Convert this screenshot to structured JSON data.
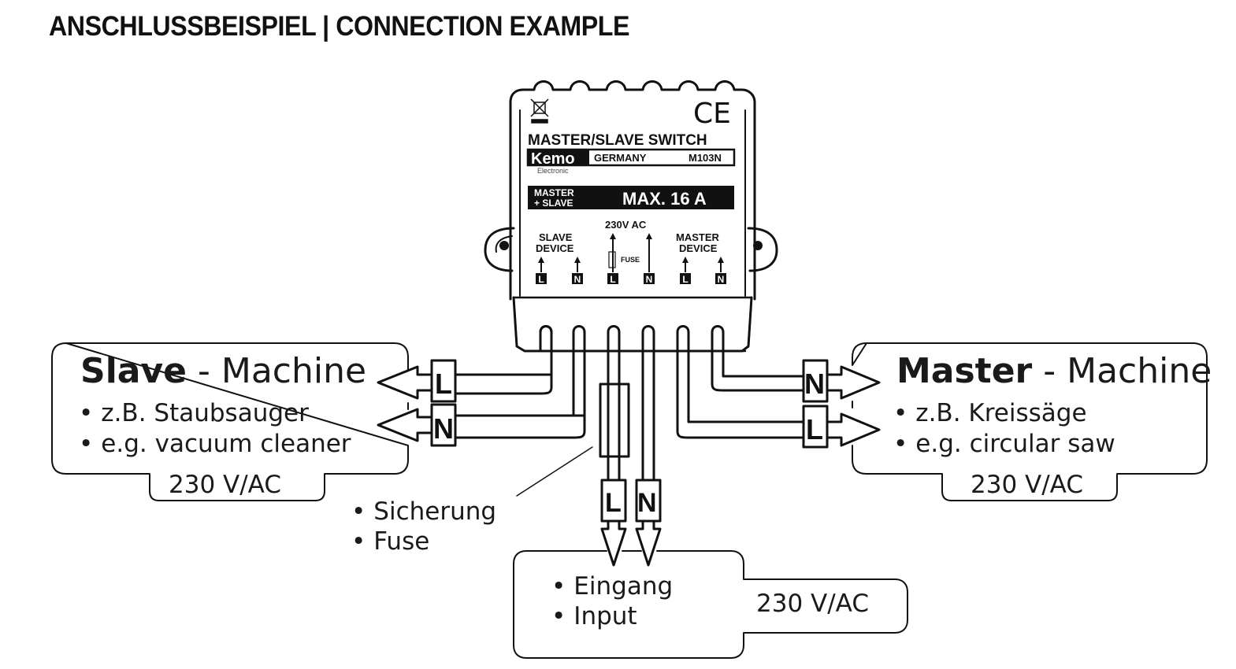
{
  "title": "ANSCHLUSSBEISPIEL | CONNECTION EXAMPLE",
  "device": {
    "name": "MASTER/SLAVE SWITCH",
    "brand": "Kemo",
    "brand_sub": "Electronic",
    "country": "GERMANY",
    "model": "M103N",
    "rating_label_line1": "MASTER",
    "rating_label_line2": "+ SLAVE",
    "rating": "MAX. 16 A",
    "ce_mark": "CE",
    "weee_icon": "crossed-bin-icon",
    "supply_label": "230V AC",
    "fuse_label": "FUSE",
    "slave_group_line1": "SLAVE",
    "slave_group_line2": "DEVICE",
    "master_group_line1": "MASTER",
    "master_group_line2": "DEVICE",
    "terminals": [
      "L",
      "N",
      "L",
      "N",
      "L",
      "N"
    ]
  },
  "slave": {
    "title_bold": "Slave",
    "title_rest": " - Machine",
    "bullets": [
      "z.B. Staubsauger",
      "e.g. vacuum cleaner"
    ],
    "voltage": "230 V/AC",
    "wire_labels": [
      "L",
      "N"
    ]
  },
  "master": {
    "title_bold": "Master",
    "title_rest": " - Machine",
    "bullets": [
      "z.B. Kreissäge",
      "e.g. circular saw"
    ],
    "voltage": "230 V/AC",
    "wire_labels": [
      "N",
      "L"
    ]
  },
  "fuse_note": {
    "bullets": [
      "Sicherung",
      "Fuse"
    ]
  },
  "input": {
    "bullets": [
      "Eingang",
      "Input"
    ],
    "voltage": "230 V/AC",
    "wire_labels": [
      "L",
      "N"
    ]
  },
  "bullet_char": "•"
}
